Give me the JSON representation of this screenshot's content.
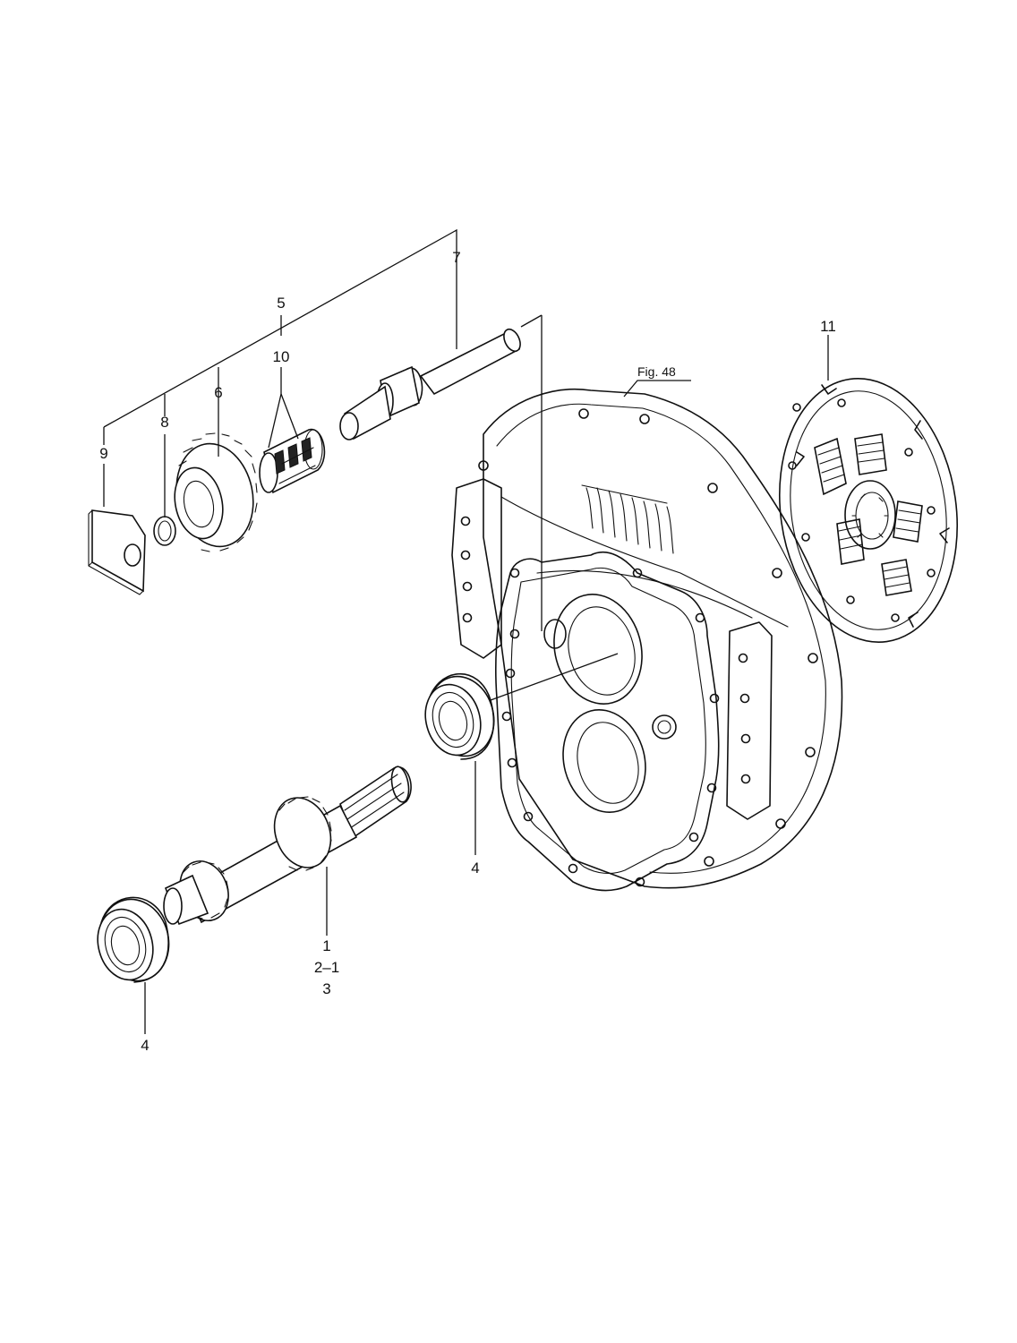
{
  "callouts": {
    "c1": "1",
    "c2_1": "2–1",
    "c3": "3",
    "c4_left": "4",
    "c4_mid": "4",
    "c5": "5",
    "c6": "6",
    "c7": "7",
    "c8": "8",
    "c9": "9",
    "c10": "10",
    "c11": "11"
  },
  "figure_ref": "Fig. 48",
  "parts": [
    {
      "id": "shaft-with-gears",
      "label": "1"
    },
    {
      "id": "bearing-4-left",
      "label": "4"
    },
    {
      "id": "bearing-4-mid",
      "label": "4"
    },
    {
      "id": "idler-shaft",
      "label": "7"
    },
    {
      "id": "gear-6",
      "label": "6"
    },
    {
      "id": "needle-bearing-10",
      "label": "10"
    },
    {
      "id": "ring-8",
      "label": "8"
    },
    {
      "id": "plate-9",
      "label": "9"
    },
    {
      "id": "housing",
      "label": "Fig. 48"
    },
    {
      "id": "clutch-disc",
      "label": "11"
    }
  ]
}
